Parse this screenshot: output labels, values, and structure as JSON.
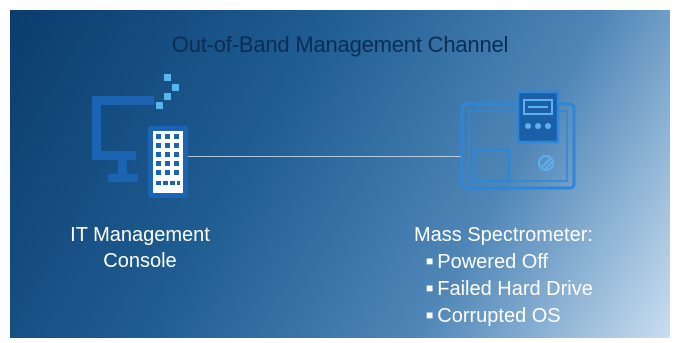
{
  "diagram": {
    "title": "Out-of-Band Management Channel",
    "left_node": {
      "label_line1": "IT Management",
      "label_line2": "Console",
      "icon": "computer-monitor-with-building-icon"
    },
    "right_node": {
      "label": "Mass Spectrometer:",
      "icon": "lab-instrument-icon",
      "status_items": [
        "Powered Off",
        "Failed Hard Drive",
        "Corrupted OS"
      ]
    },
    "colors": {
      "background_dark": "#0b3c6e",
      "background_light": "#c9def0",
      "icon_blue": "#1d63b4",
      "accent_cyan": "#58b5ee",
      "title_text": "#0b2d55",
      "label_text": "#ffffff"
    }
  }
}
